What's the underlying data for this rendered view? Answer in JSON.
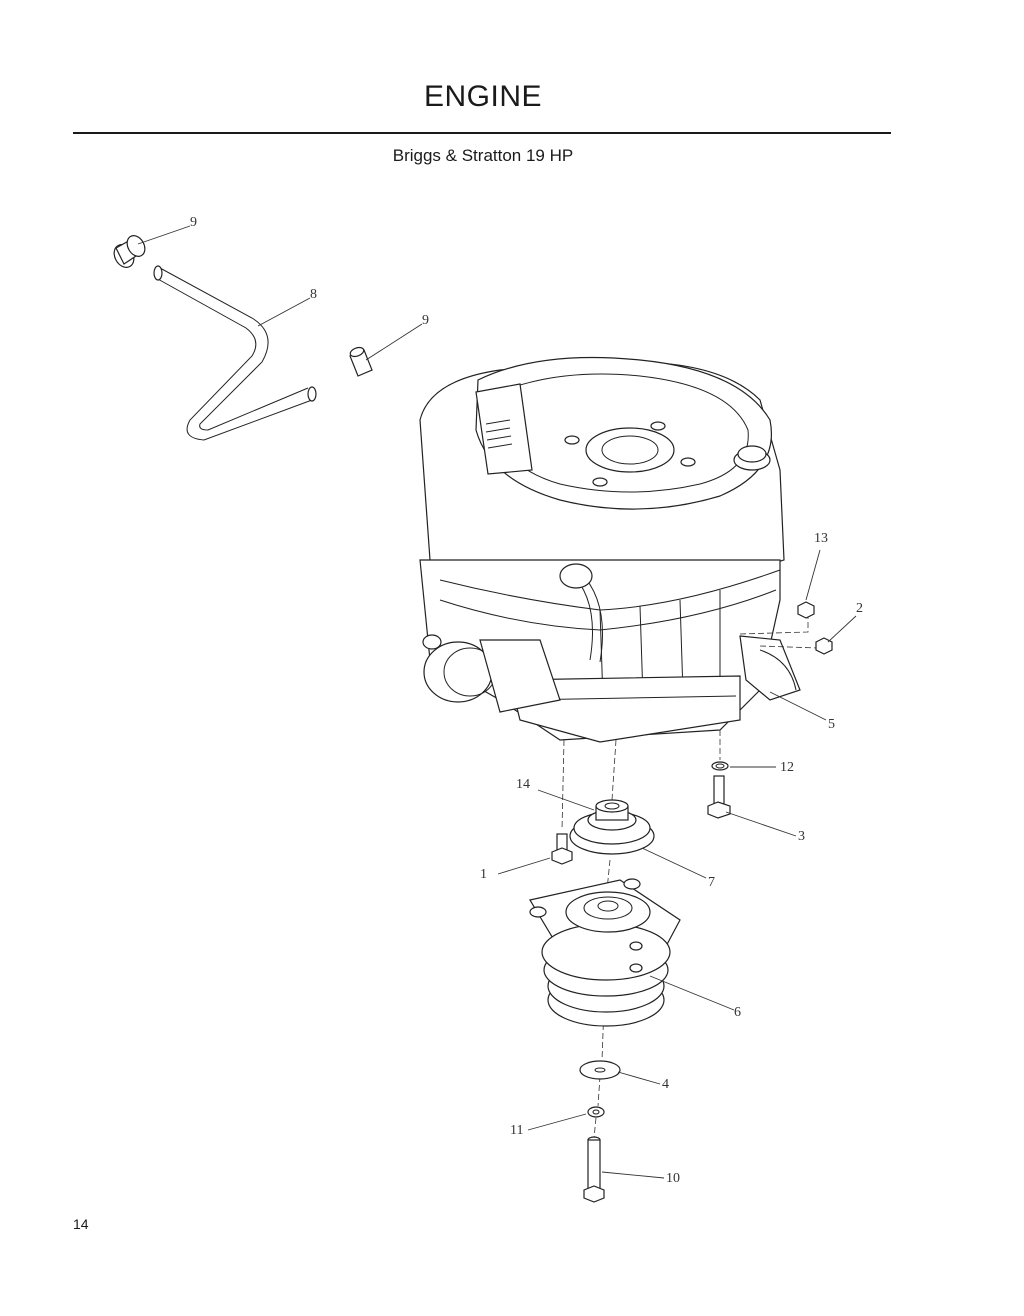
{
  "page": {
    "title": "ENGINE",
    "subtitle": "Briggs & Stratton 19 HP",
    "page_number": "14"
  },
  "callouts": [
    "9",
    "8",
    "9",
    "13",
    "2",
    "5",
    "12",
    "3",
    "14",
    "1",
    "7",
    "6",
    "4",
    "11",
    "10"
  ]
}
